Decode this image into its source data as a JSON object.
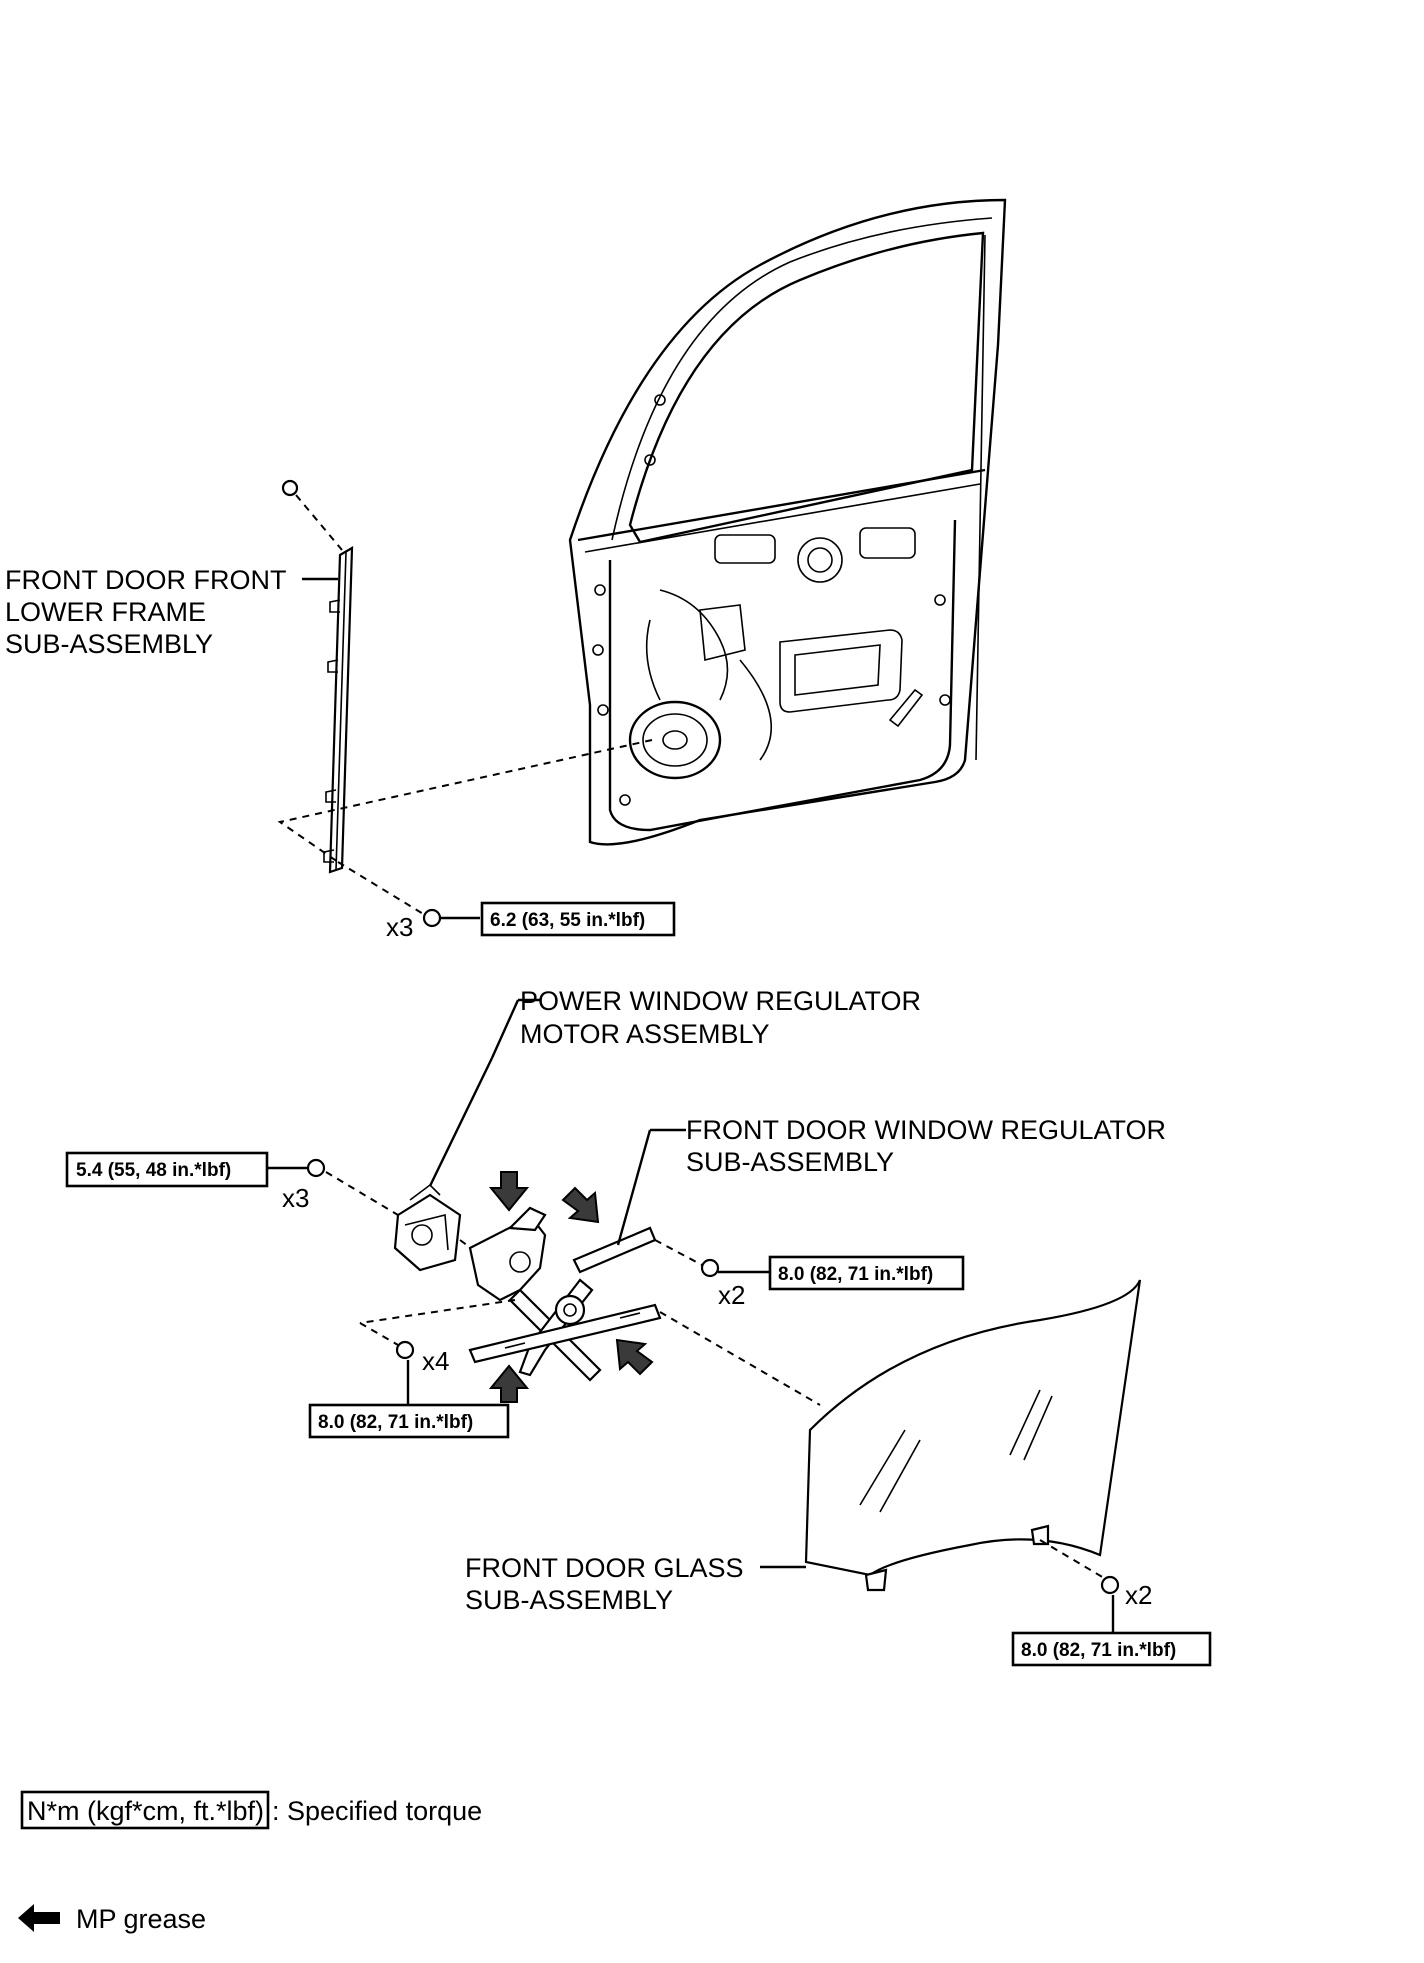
{
  "labels": {
    "lower_frame": [
      "FRONT DOOR FRONT",
      "LOWER FRAME",
      "SUB-ASSEMBLY"
    ],
    "motor": [
      "POWER WINDOW REGULATOR",
      "MOTOR ASSEMBLY"
    ],
    "regulator": [
      "FRONT DOOR WINDOW REGULATOR",
      "SUB-ASSEMBLY"
    ],
    "glass": [
      "FRONT DOOR GLASS",
      "SUB-ASSEMBLY"
    ]
  },
  "torques": {
    "lower_frame": "6.2 (63, 55 in.*lbf)",
    "motor": "5.4 (55, 48 in.*lbf)",
    "regulator_upper": "8.0 (82, 71 in.*lbf)",
    "regulator_lower": "8.0 (82, 71 in.*lbf)",
    "glass": "8.0 (82, 71 in.*lbf)"
  },
  "counts": {
    "lower_frame": "x3",
    "motor": "x3",
    "regulator_upper": "x2",
    "regulator_lower": "x4",
    "glass": "x2"
  },
  "legend": {
    "torque_box": "N*m (kgf*cm, ft.*lbf)",
    "torque_text": ": Specified torque",
    "grease_text": "MP grease",
    "grease_icon": "left-arrow-icon"
  }
}
